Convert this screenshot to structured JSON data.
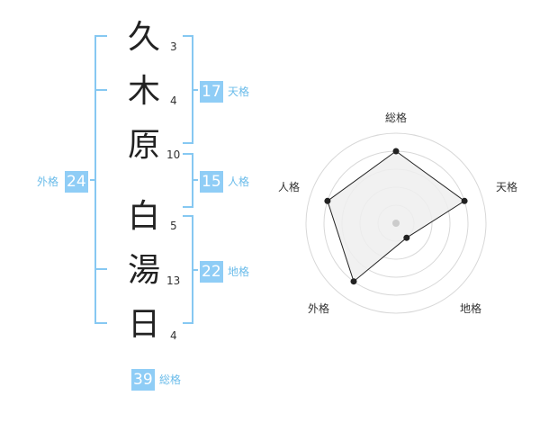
{
  "name": {
    "characters": [
      {
        "char": "久",
        "strokes": "3"
      },
      {
        "char": "木",
        "strokes": "4"
      },
      {
        "char": "原",
        "strokes": "10"
      },
      {
        "char": "白",
        "strokes": "5"
      },
      {
        "char": "湯",
        "strokes": "13"
      },
      {
        "char": "日",
        "strokes": "4"
      }
    ]
  },
  "fortune": {
    "tenkaku": {
      "value": "17",
      "label": "天格"
    },
    "jinkaku": {
      "value": "15",
      "label": "人格"
    },
    "chikaku": {
      "value": "22",
      "label": "地格"
    },
    "gaikaku": {
      "value": "24",
      "label": "外格"
    },
    "soukaku": {
      "value": "39",
      "label": "総格"
    }
  },
  "radar": {
    "axes": [
      "総格",
      "天格",
      "地格",
      "外格",
      "人格"
    ],
    "values": [
      4,
      4,
      1,
      4,
      4
    ],
    "max": 5
  },
  "colors": {
    "accent": "#8fcdf6",
    "label": "#6bbcea",
    "bracket": "#86c8f2",
    "radar_fill": "#eeeeee",
    "radar_ring": "#d8d8d8"
  }
}
